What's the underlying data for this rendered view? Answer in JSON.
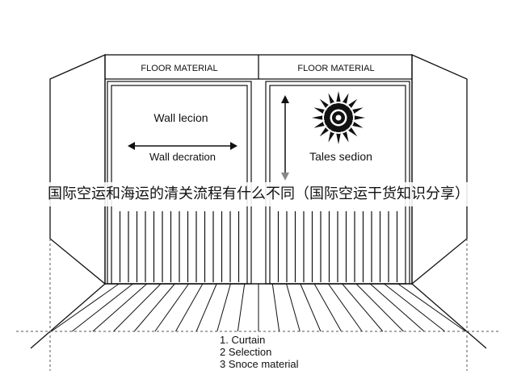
{
  "overlay_title": "国际空运和海运的清关流程有什么不同（国际空运干货知识分享）",
  "panels": {
    "left": {
      "header": "FLOOR MATERIAL",
      "label_top": "Wall lecion",
      "label_bottom": "Wall decration"
    },
    "right": {
      "header": "FLOOR MATERIAL",
      "label": "Tales sedion",
      "ornament_icon": "star-ornament-icon"
    }
  },
  "legend": {
    "items": [
      "1. Curtain",
      "2 Selection",
      "3 Snoce material"
    ]
  },
  "colors": {
    "line": "#111111",
    "dashed": "#555555",
    "background": "#ffffff",
    "arrow_gray": "#888888"
  }
}
